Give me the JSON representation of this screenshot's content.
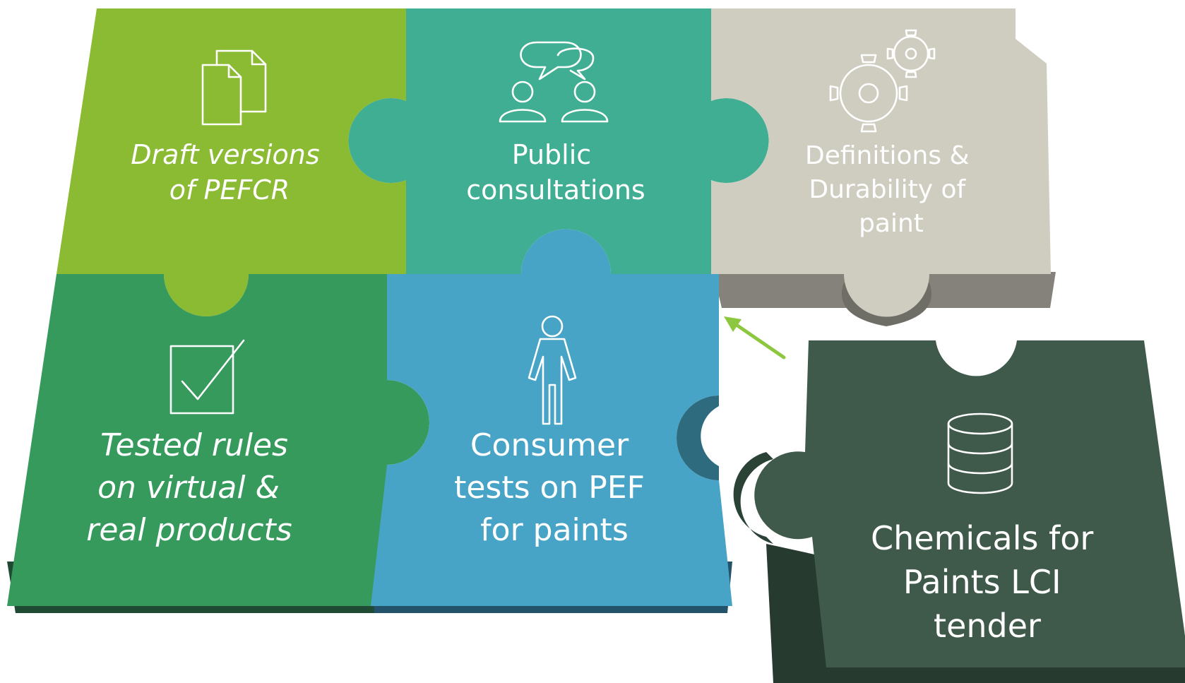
{
  "pieces": {
    "draft": {
      "lines": [
        "Draft versions",
        "of PEFCR"
      ],
      "color": "#8bba33",
      "icon": "documents-icon"
    },
    "public": {
      "lines": [
        "Public",
        "consultations"
      ],
      "color": "#3fae93",
      "icon": "conversation-icon"
    },
    "definitions": {
      "lines": [
        "Definitions &",
        "Durability of",
        "paint"
      ],
      "color": "#cfcdc0",
      "icon": "gears-icon"
    },
    "tested": {
      "lines": [
        "Tested rules",
        "on virtual &",
        "real products"
      ],
      "color": "#369a5c",
      "icon": "checkbox-icon"
    },
    "consumer": {
      "lines": [
        "Consumer",
        "tests on PEF",
        "for paints"
      ],
      "color": "#47a4c6",
      "icon": "person-icon"
    },
    "chemicals": {
      "lines": [
        "Chemicals for",
        "Paints LCI",
        "tender"
      ],
      "color": "#3f5a4a",
      "icon": "database-icon"
    }
  },
  "arrow": {
    "color": "#8dc63f"
  }
}
